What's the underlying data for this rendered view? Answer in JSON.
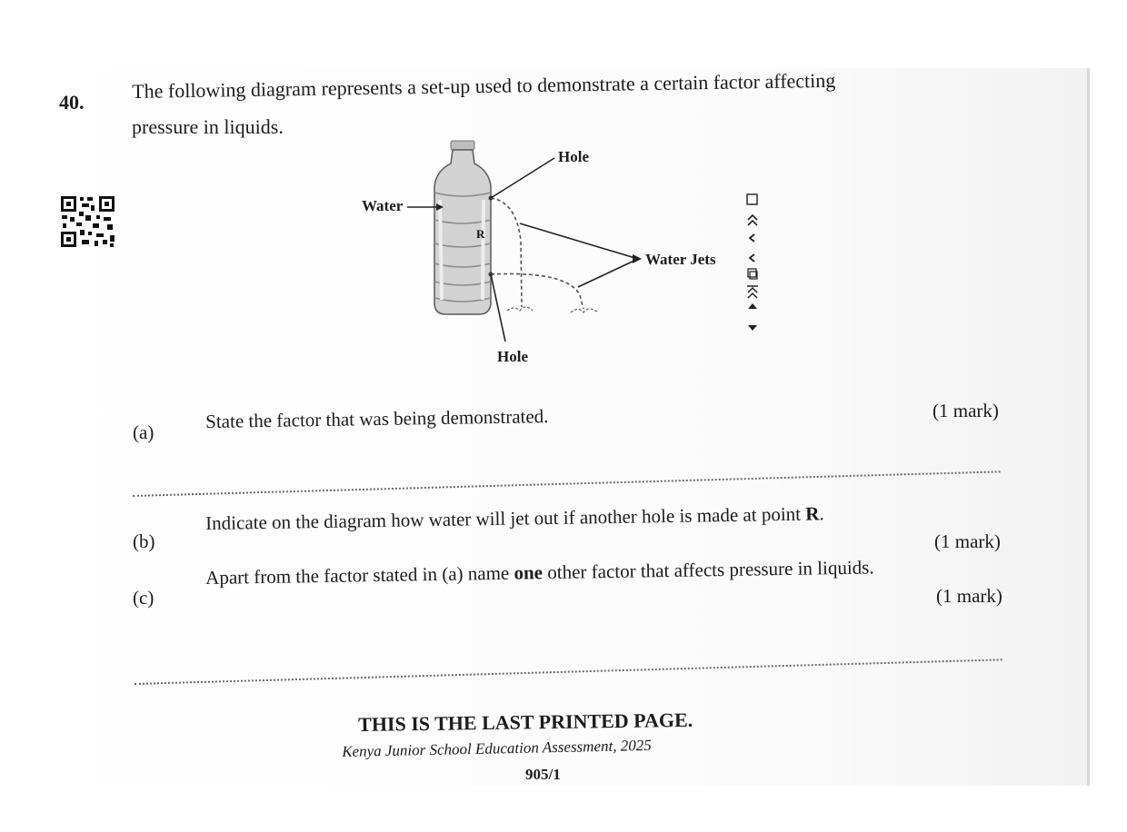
{
  "question": {
    "number": "40.",
    "stem_line1": "The following diagram represents a set-up used to demonstrate a certain factor affecting",
    "stem_line2": "pressure in liquids."
  },
  "diagram": {
    "labels": {
      "hole_top": "Hole",
      "water": "Water",
      "point_r": "R",
      "water_jets": "Water Jets",
      "hole_bottom": "Hole"
    }
  },
  "parts": [
    {
      "label": "(a)",
      "text": "State the factor that was being demonstrated.",
      "marks": "(1 mark)"
    },
    {
      "label": "(b)",
      "text_before": "Indicate on the diagram how water will jet out if another hole is made at point ",
      "text_bold": "R",
      "text_after": ".",
      "marks": "(1 mark)"
    },
    {
      "label": "(c)",
      "text_before": "Apart from the factor stated in (a) name ",
      "text_bold": "one",
      "text_after": " other factor that affects pressure in liquids.",
      "marks": "(1 mark)"
    }
  ],
  "footer": {
    "title": "THIS IS THE LAST PRINTED PAGE.",
    "subtitle": "Kenya Junior School Education Assessment, 2025",
    "code": "905/1"
  },
  "icons": {
    "qr": "qr-code-icon",
    "side_markers": "answer-marker-icons"
  }
}
